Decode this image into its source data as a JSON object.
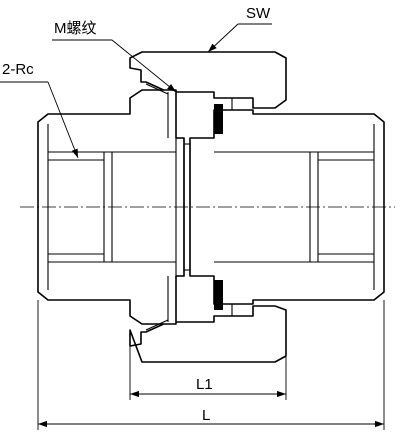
{
  "labels": {
    "sw": "SW",
    "thread": "M螺纹",
    "rc": "2-Rc",
    "l1": "L1",
    "l": "L"
  }
}
